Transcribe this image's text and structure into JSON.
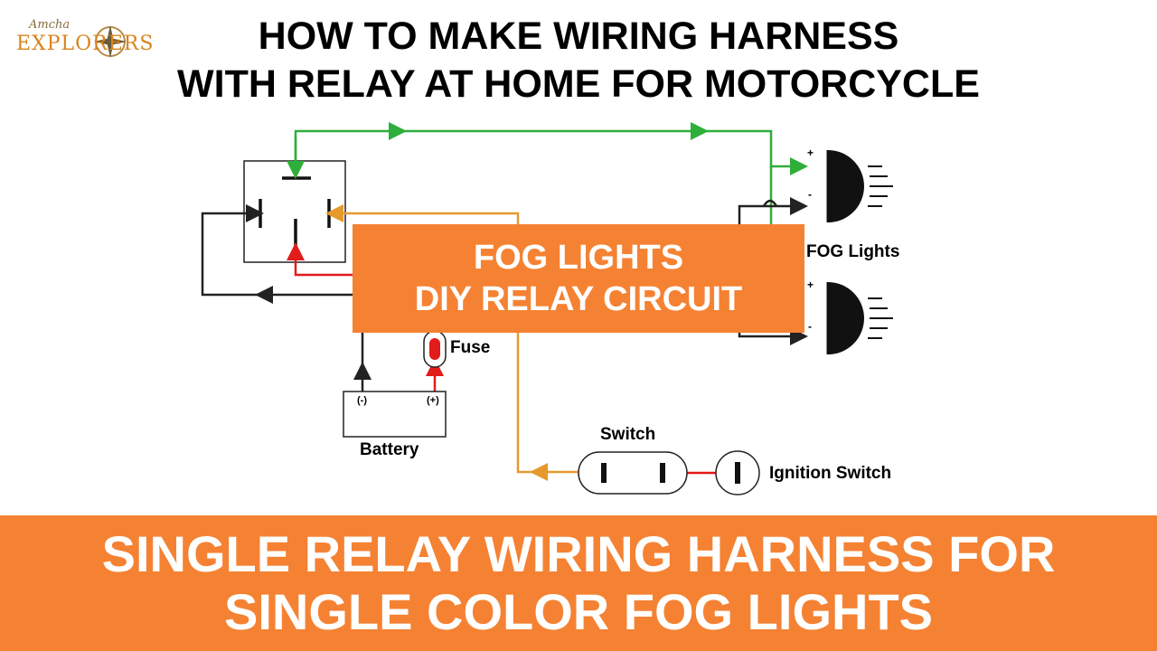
{
  "logo": {
    "top_text": "Amcha",
    "word_text": "EXPLORERS"
  },
  "header": {
    "title_line1": "HOW TO MAKE WIRING HARNESS",
    "title_line2": "WITH RELAY AT HOME FOR MOTORCYCLE"
  },
  "diagram": {
    "fog_lights_label": "FOG Lights",
    "fuse_label": "Fuse",
    "battery_label": "Battery",
    "battery_neg": "(-)",
    "battery_pos": "(+)",
    "switch_label": "Switch",
    "ignition_label": "Ignition Switch",
    "plus_sign": "+",
    "minus_sign": "-"
  },
  "overlay": {
    "line1": "FOG LIGHTS",
    "line2": "DIY RELAY CIRCUIT"
  },
  "banner": {
    "line1": "SINGLE RELAY WIRING HARNESS FOR",
    "line2": "SINGLE COLOR FOG LIGHTS"
  },
  "colors": {
    "accent_orange": "#f58233",
    "wire_green": "#2eae3a",
    "wire_orange": "#e59a2c",
    "wire_red": "#e21b1b",
    "wire_black": "#222222"
  }
}
